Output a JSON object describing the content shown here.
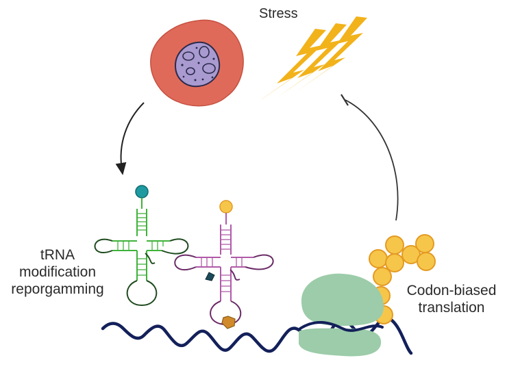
{
  "labels": {
    "stress": "Stress",
    "trna": [
      "tRNA",
      "modification",
      "reporgamming"
    ],
    "codon": [
      "Codon-biased",
      "translation"
    ]
  },
  "colors": {
    "cell_membrane": "#e06a5a",
    "nucleus": "#a99ad0",
    "lightning": "#f2b21a",
    "trna_green": "#3fb23a",
    "trna_purple": "#b05aa8",
    "loop_outline": "#1e4a1e",
    "teal_cap": "#1f9aa0",
    "yellow_bead": "#f6c64a",
    "ribosome": "#9ccca9",
    "mrna": "#13205a",
    "arrow": "#222222"
  },
  "icons": [
    "cell-icon",
    "lightning-icon",
    "trna-green-icon",
    "trna-purple-icon",
    "ribosome-icon",
    "peptide-chain-icon",
    "mrna-strand-icon"
  ]
}
